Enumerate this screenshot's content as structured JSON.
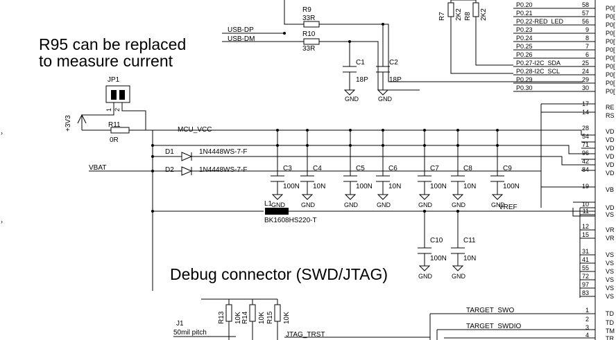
{
  "notes": {
    "r95_line1": "R95 can be replaced",
    "r95_line2": "to measure current",
    "debug_title": "Debug connector (SWD/JTAG)"
  },
  "resistors": [
    {
      "ref": "R9",
      "value": "33R"
    },
    {
      "ref": "R10",
      "value": "33R"
    },
    {
      "ref": "R7",
      "value": "2K2"
    },
    {
      "ref": "R8",
      "value": "2K2"
    },
    {
      "ref": "R11",
      "value": "0R"
    },
    {
      "ref": "R13",
      "value": "10K"
    },
    {
      "ref": "R14",
      "value": "10K"
    },
    {
      "ref": "R15",
      "value": "10K"
    }
  ],
  "capacitors": [
    {
      "ref": "C1",
      "value": "18P"
    },
    {
      "ref": "C2",
      "value": "18P"
    },
    {
      "ref": "C3",
      "value": "100N"
    },
    {
      "ref": "C4",
      "value": "10N"
    },
    {
      "ref": "C5",
      "value": "100N"
    },
    {
      "ref": "C6",
      "value": "10N"
    },
    {
      "ref": "C7",
      "value": "100N"
    },
    {
      "ref": "C8",
      "value": "10N"
    },
    {
      "ref": "C9",
      "value": "100N"
    },
    {
      "ref": "C10",
      "value": "100N"
    },
    {
      "ref": "C11",
      "value": "10N"
    }
  ],
  "diodes": [
    {
      "ref": "D1",
      "part": "1N4448WS-7-F"
    },
    {
      "ref": "D2",
      "part": "1N4448WS-7-F"
    }
  ],
  "inductor": {
    "ref": "L1",
    "part": "BK1608HS220-T"
  },
  "jumper": {
    "ref": "JP1",
    "pin1": "1",
    "pin2": "2"
  },
  "connector": {
    "ref": "J1",
    "desc": "50mil pitch"
  },
  "ground_label": "GND",
  "nets": {
    "usb_dp": "USB-DP",
    "usb_dm": "USB-DM",
    "v3": "+3V3",
    "mcu_vcc": "MCU_VCC",
    "vbat": "VBAT",
    "vref": "VREF",
    "target_swo": "TARGET_SWO",
    "target_swdio": "TARGET_SWDIO",
    "jtag_trst": "JTAG_TRST"
  },
  "port_pins": [
    {
      "name": "P0.20",
      "pin": "58"
    },
    {
      "name": "P0.21",
      "pin": "57"
    },
    {
      "name": "P0.22-RED_LED",
      "pin": "56"
    },
    {
      "name": "P0.23",
      "pin": "9"
    },
    {
      "name": "P0.24",
      "pin": "8"
    },
    {
      "name": "P0.25",
      "pin": "7"
    },
    {
      "name": "P0.26",
      "pin": "6"
    },
    {
      "name": "P0.27-I2C_SDA",
      "pin": "25"
    },
    {
      "name": "P0.28-I2C_SCL",
      "pin": "24"
    },
    {
      "name": "P0.29",
      "pin": "29"
    },
    {
      "name": "P0.30",
      "pin": "30"
    }
  ],
  "ic_pins": [
    {
      "label": "P0[",
      "pin": "58"
    },
    {
      "label": "P0[",
      "pin": "57"
    },
    {
      "label": "P0[",
      "pin": "56"
    },
    {
      "label": "P0[",
      "pin": "9"
    },
    {
      "label": "P0[",
      "pin": "8"
    },
    {
      "label": "P0[",
      "pin": "7"
    },
    {
      "label": "P0[",
      "pin": "6"
    },
    {
      "label": "P0[",
      "pin": "25"
    },
    {
      "label": "P0[",
      "pin": "24"
    },
    {
      "label": "P0[",
      "pin": "29"
    },
    {
      "label": "P0[",
      "pin": "30"
    },
    {
      "label": "RE",
      "pin": "17"
    },
    {
      "label": "RS",
      "pin": "14"
    },
    {
      "label": "VD",
      "pin": "28"
    },
    {
      "label": "VD",
      "pin": "54"
    },
    {
      "label": "VD",
      "pin": "71"
    },
    {
      "label": "VD",
      "pin": "96"
    },
    {
      "label": "VD",
      "pin": "42"
    },
    {
      "label": "VD",
      "pin": "84"
    },
    {
      "label": "VB",
      "pin": "19"
    },
    {
      "label": "VD",
      "pin": "10"
    },
    {
      "label": "VS",
      "pin": "11"
    },
    {
      "label": "VR",
      "pin": "12"
    },
    {
      "label": "VR",
      "pin": "15"
    },
    {
      "label": "VS",
      "pin": "31"
    },
    {
      "label": "VS",
      "pin": "41"
    },
    {
      "label": "VS",
      "pin": "55"
    },
    {
      "label": "VS",
      "pin": "72"
    },
    {
      "label": "VS",
      "pin": "97"
    },
    {
      "label": "VS",
      "pin": "83"
    },
    {
      "label": "TD",
      "pin": "1"
    },
    {
      "label": "TD",
      "pin": "2"
    },
    {
      "label": "TM",
      "pin": "3"
    },
    {
      "label": "TR",
      "pin": "4"
    }
  ]
}
